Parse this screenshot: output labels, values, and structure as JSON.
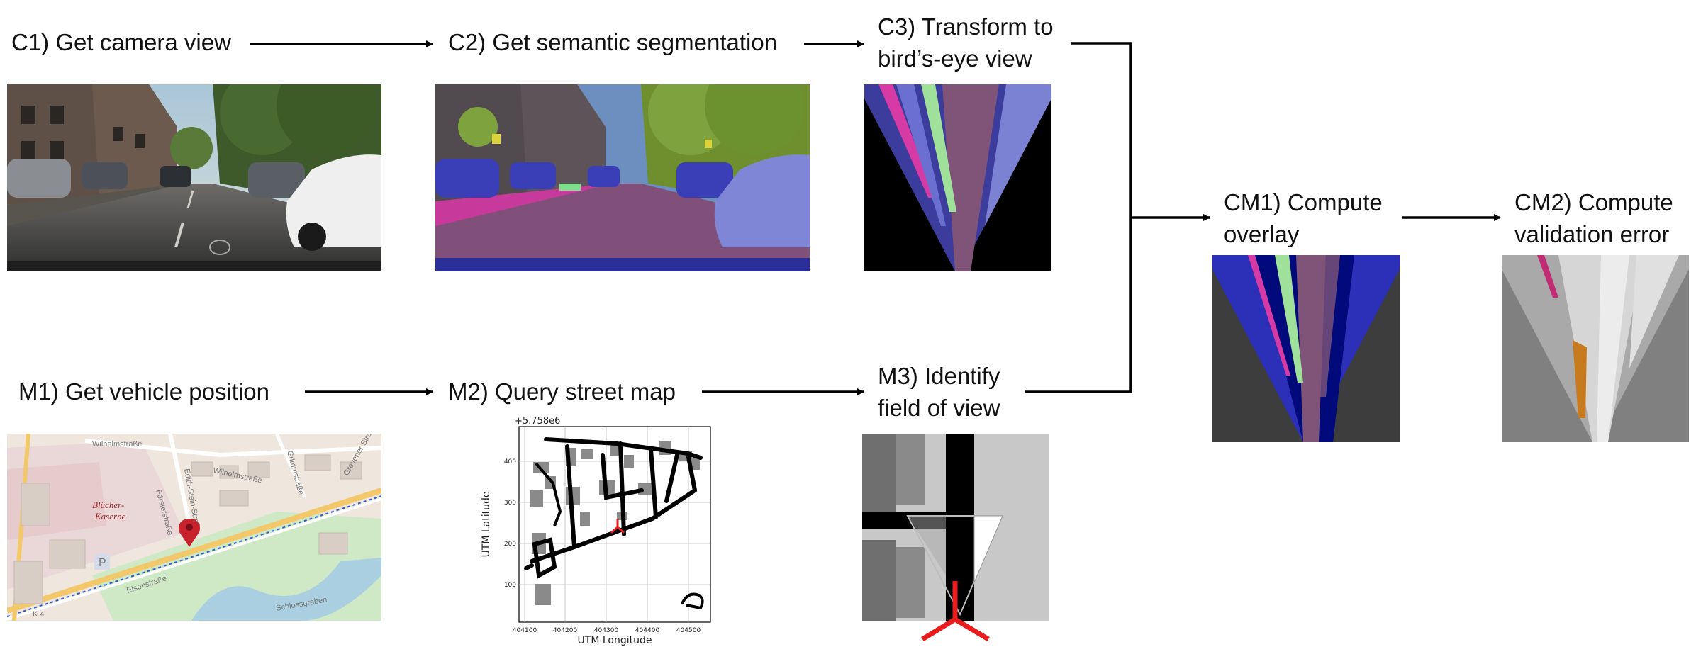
{
  "steps": {
    "c1": "C1) Get camera view",
    "c2": "C2) Get semantic segmentation",
    "c3_line1": "C3) Transform to",
    "c3_line2": "bird’s-eye view",
    "m1": "M1) Get vehicle position",
    "m2": "M2) Query street map",
    "m3_line1": "M3) Identify",
    "m3_line2": "field of view",
    "cm1_line1": "CM1) Compute",
    "cm1_line2": "overlay",
    "cm2_line1": "CM2) Compute",
    "cm2_line2": "validation error"
  },
  "street_map": {
    "streets": [
      "Wilhelmstraße",
      "Wilhelmstraße",
      "Försterstraße",
      "Edith-Stein-Straße",
      "Eisenstraße",
      "Grevener Straße",
      "Grimmstraße",
      "Schlossgraben",
      "K 4"
    ],
    "place_line1": "Blücher-",
    "place_line2": "Kaserne",
    "parking": "P"
  },
  "plot": {
    "offset": "+5.758e6",
    "xlabel": "UTM Longitude",
    "ylabel": "UTM Latitude",
    "xticks": [
      "404100",
      "404200",
      "404300",
      "404400",
      "404500"
    ],
    "yticks": [
      "400",
      "300",
      "200",
      "100"
    ]
  },
  "colors": {
    "arrow": "#000000",
    "road_seg": "#80507a",
    "vehicle_seg": "#3a3fb8",
    "vegetation_seg": "#7ea23e",
    "fov_marker": "#e81c1c",
    "map_pin": "#c8232c"
  }
}
